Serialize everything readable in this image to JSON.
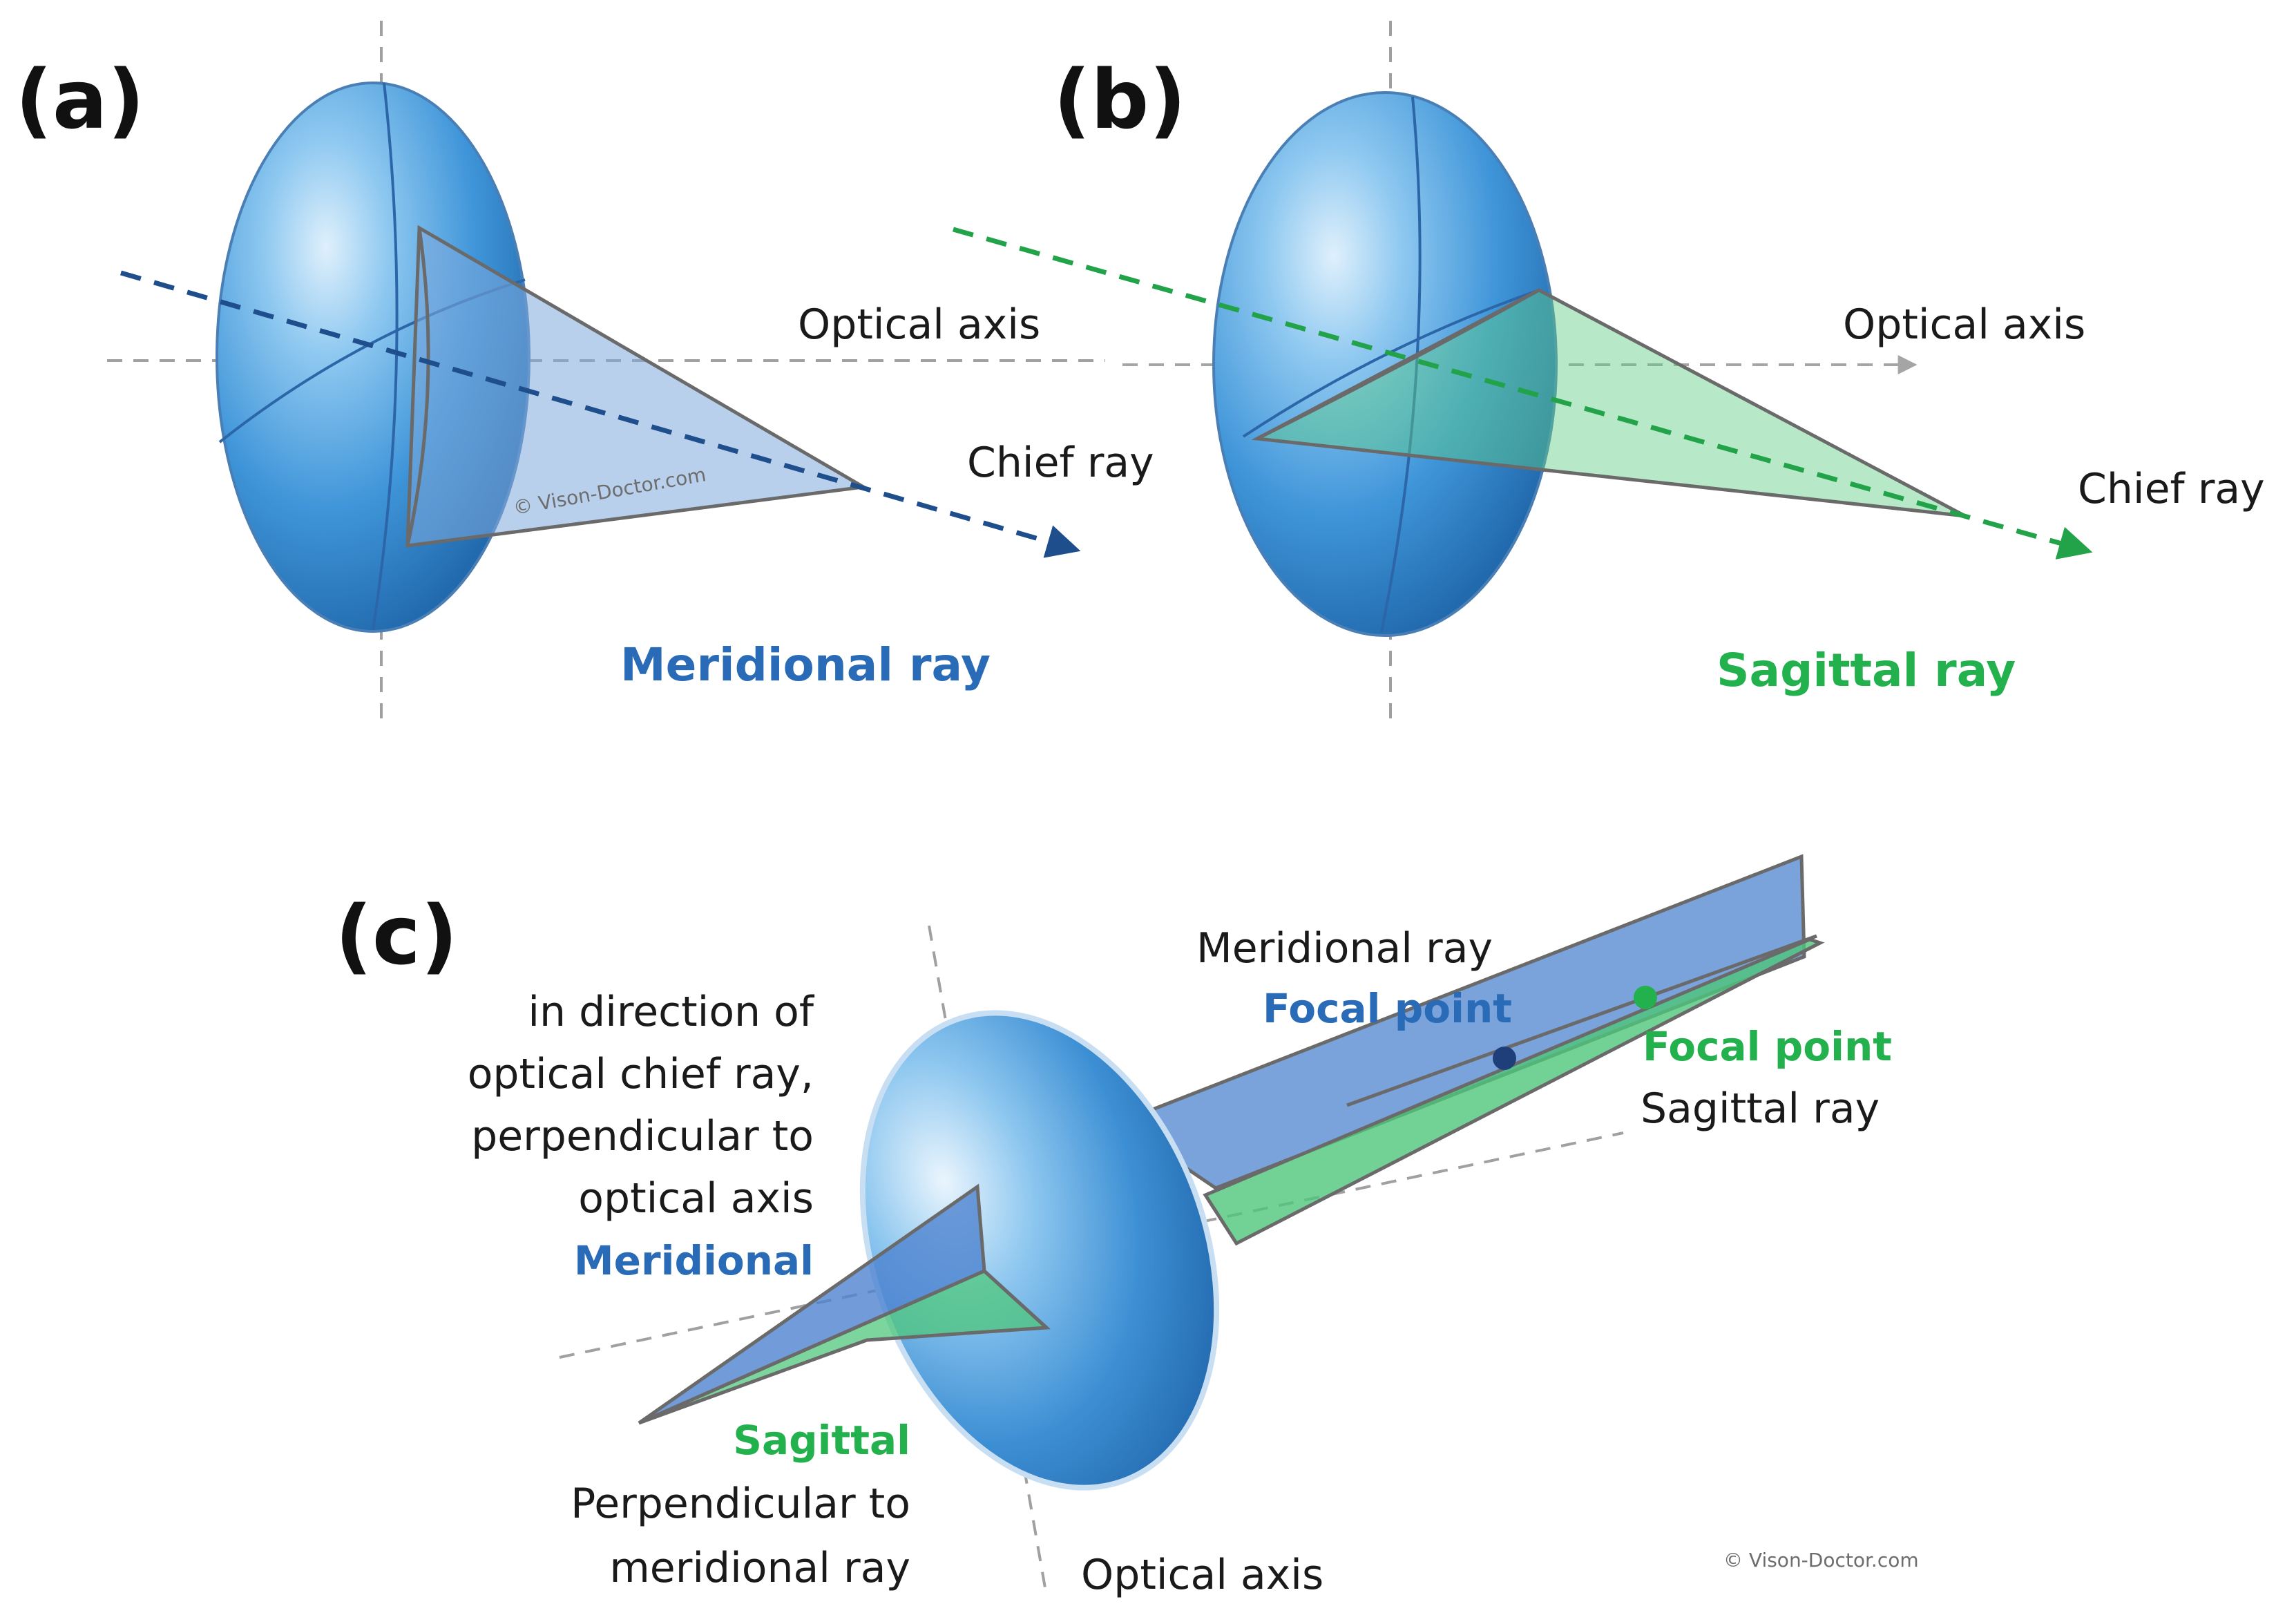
{
  "colors": {
    "meridional": "#2a6bb7",
    "sagittal": "#22b14c",
    "axis": "#9a9a9a"
  },
  "panel_a": {
    "label": "(a)",
    "optical_axis": "Optical axis",
    "chief_ray": "Chief ray",
    "ray_name": "Meridional ray",
    "watermark": "© Vison-Doctor.com"
  },
  "panel_b": {
    "label": "(b)",
    "optical_axis": "Optical axis",
    "chief_ray": "Chief ray",
    "ray_name": "Sagittal ray"
  },
  "panel_c": {
    "label": "(c)",
    "meridional_ray": "Meridional ray",
    "focal_point_meridional": "Focal point",
    "focal_point_sagittal": "Focal point",
    "sagittal_ray": "Sagittal ray",
    "desc_line1": "in direction of",
    "desc_line2": "optical chief ray,",
    "desc_line3": "perpendicular to",
    "desc_line4": "optical axis",
    "meridional": "Meridional",
    "sagittal": "Sagittal",
    "perp_line1": "Perpendicular to",
    "perp_line2": "meridional ray",
    "optical_axis": "Optical axis",
    "copyright": "© Vison-Doctor.com"
  }
}
